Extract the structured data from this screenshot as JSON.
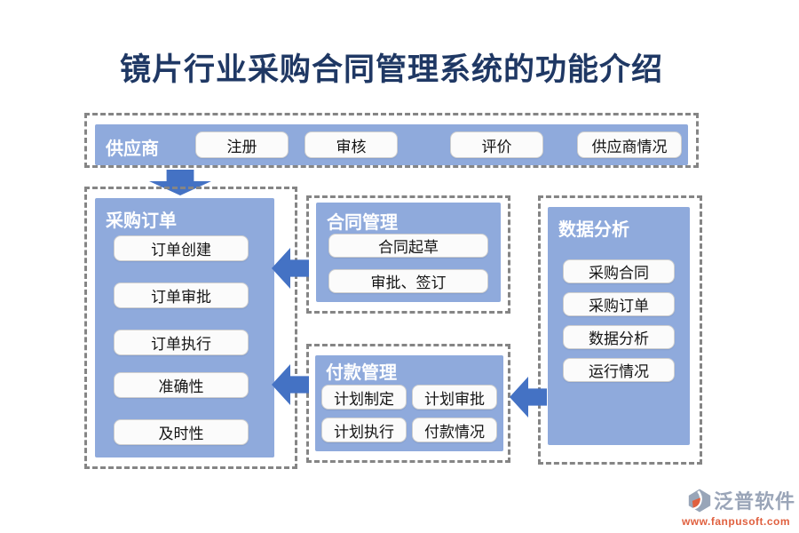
{
  "title": "镜片行业采购合同管理系统的功能介绍",
  "supplier": {
    "label": "供应商",
    "buttons": [
      "注册",
      "审核",
      "评价",
      "供应商情况"
    ]
  },
  "purchase_order": {
    "title": "采购订单",
    "buttons": [
      "订单创建",
      "订单审批",
      "订单执行",
      "准确性",
      "及时性"
    ]
  },
  "contract": {
    "title": "合同管理",
    "buttons": [
      "合同起草",
      "审批、签订"
    ]
  },
  "payment": {
    "title": "付款管理",
    "buttons": [
      "计划制定",
      "计划审批",
      "计划执行",
      "付款情况"
    ]
  },
  "analysis": {
    "title": "数据分析",
    "buttons": [
      "采购合同",
      "采购订单",
      "数据分析",
      "运行情况"
    ]
  },
  "footer": {
    "brand": "泛普软件",
    "url": "www.fanpusoft.com"
  },
  "colors": {
    "title_text": "#1F3864",
    "panel_blue": "#8FAADC",
    "arrow_blue": "#4472C4",
    "button_bg": "#FBFBFB",
    "button_border": "#CFCFCF",
    "dash_border": "#858585",
    "brand_text": "#9AA5B8",
    "brand_url": "#E0603F"
  }
}
